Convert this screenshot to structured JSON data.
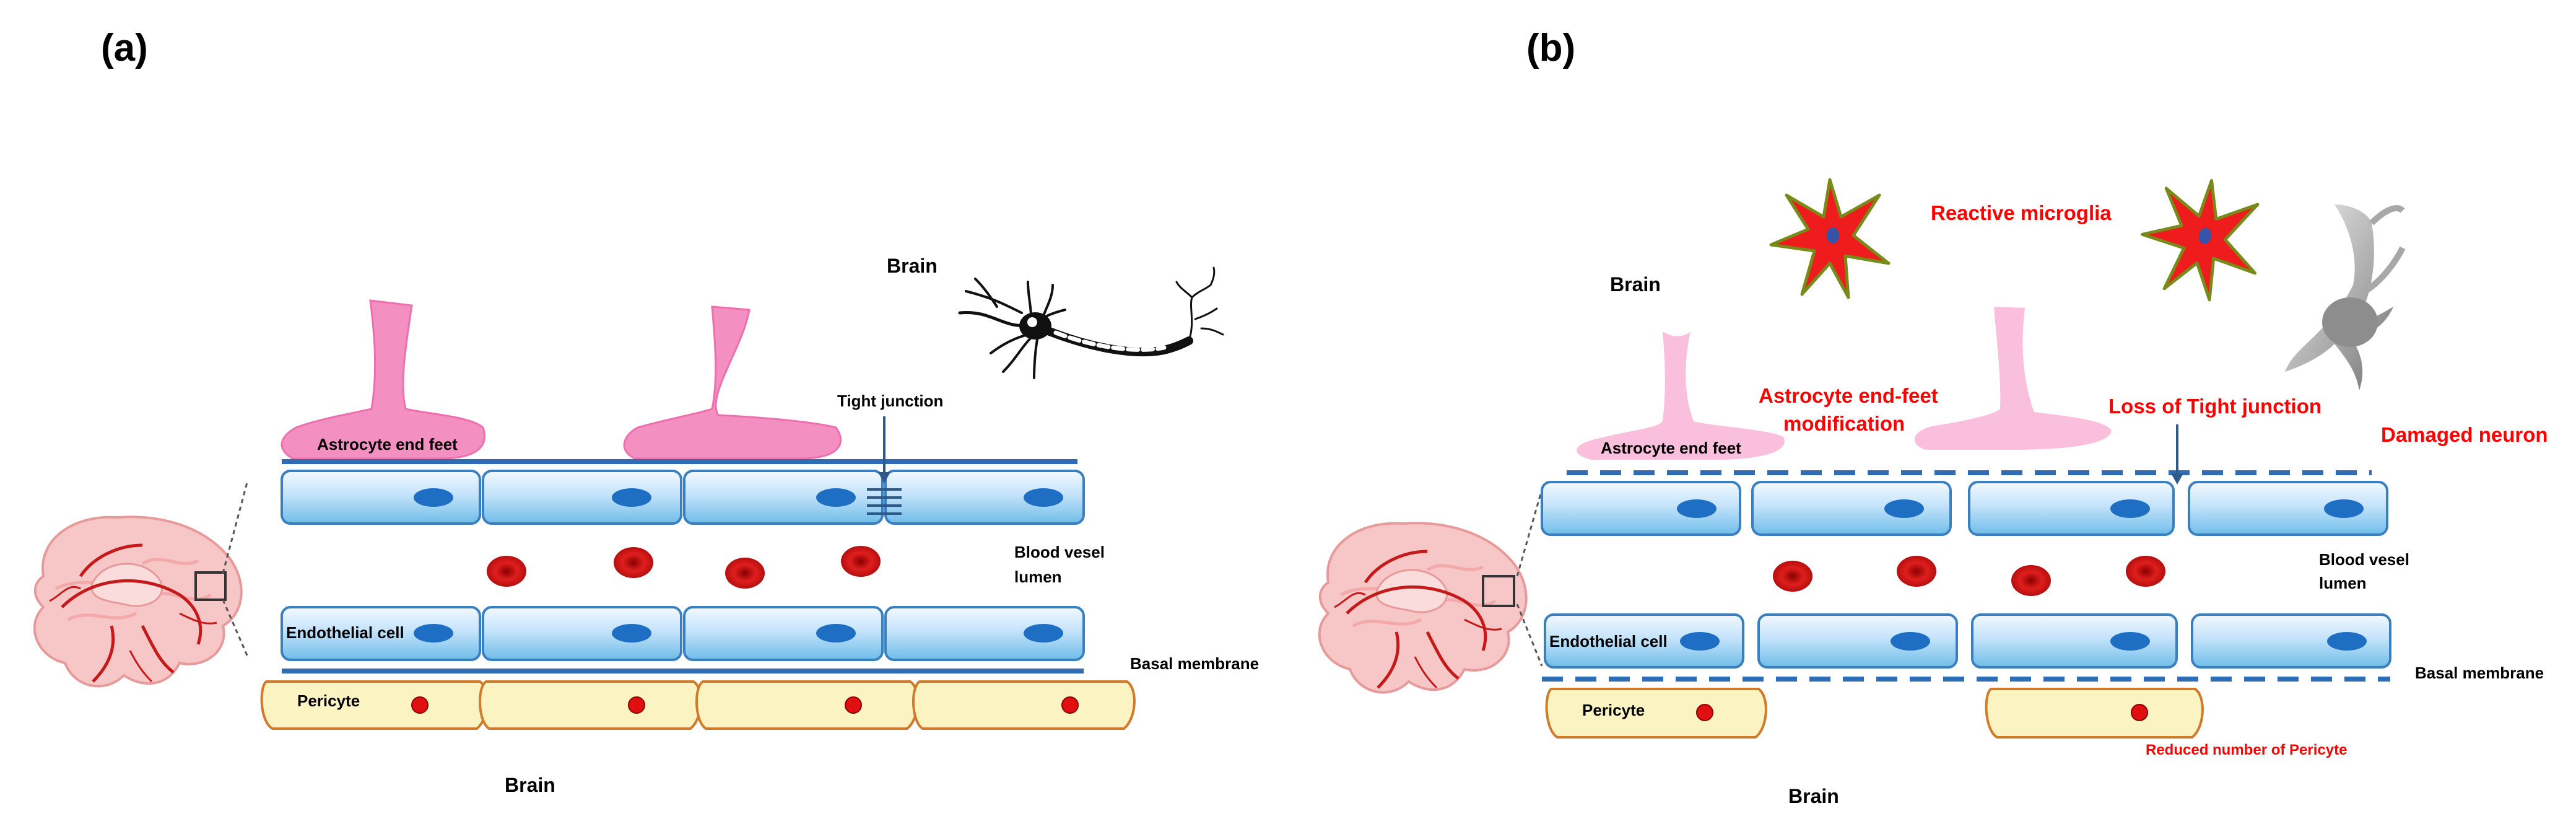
{
  "panel_a": {
    "label": "(a)",
    "brain_top": "Brain",
    "brain_bottom": "Brain",
    "astrocyte": "Astrocyte end feet",
    "tight_junction": "Tight junction",
    "blood_vessel_1": "Blood vesel",
    "blood_vessel_2": "lumen",
    "endothelial": "Endothelial cell",
    "basal": "Basal membrane",
    "pericyte": "Pericyte"
  },
  "panel_b": {
    "label": "(b)",
    "brain_top": "Brain",
    "brain_bottom": "Brain",
    "astrocyte": "Astrocyte end feet",
    "astro_mod_1": "Astrocyte end-feet",
    "astro_mod_2": "modification",
    "reactive_microglia": "Reactive microglia",
    "loss_tj": "Loss of Tight junction",
    "damaged_neuron": "Damaged neuron",
    "blood_vessel_1": "Blood vesel",
    "blood_vessel_2": "lumen",
    "endothelial": "Endothelial cell",
    "basal": "Basal membrane",
    "pericyte": "Pericyte",
    "reduced_pericyte": "Reduced number of Pericyte"
  },
  "colors": {
    "astrocyte": "#f48fc1",
    "astrocyte_faded": "#f9b8d8",
    "endothelial_top": "#e8f4ff",
    "endothelial_bottom": "#7ec5ee",
    "nucleus": "#1e6fc4",
    "membrane": "#2e6db5",
    "pericyte": "#fbf3c2",
    "pericyte_border": "#d07a2a",
    "rbc": "#d11a1a",
    "microglia": "#ef1c1c",
    "highlight_text": "#ff0000"
  }
}
